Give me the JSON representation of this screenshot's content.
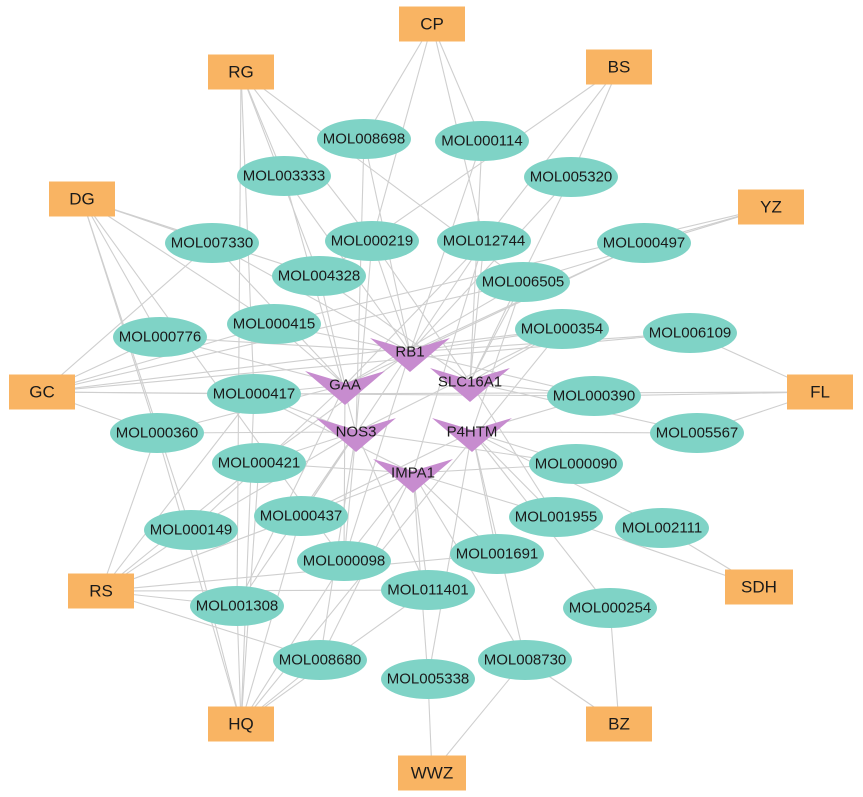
{
  "herbs": [
    "CP",
    "BS",
    "YZ",
    "FL",
    "SDH",
    "BZ",
    "WWZ",
    "HQ",
    "RS",
    "GC",
    "DG",
    "RG"
  ],
  "targets": [
    "RB1",
    "GAA",
    "SLC16A1",
    "NOS3",
    "P4HTM",
    "IMPA1"
  ],
  "compounds": [
    "MOL008698",
    "MOL000114",
    "MOL003333",
    "MOL005320",
    "MOL007330",
    "MOL000219",
    "MOL012744",
    "MOL000497",
    "MOL004328",
    "MOL006505",
    "MOL000776",
    "MOL000415",
    "MOL000354",
    "MOL006109",
    "MOL000417",
    "MOL000390",
    "MOL000360",
    "MOL005567",
    "MOL000421",
    "MOL000090",
    "MOL000149",
    "MOL000437",
    "MOL001955",
    "MOL002111",
    "MOL000098",
    "MOL001691",
    "MOL001308",
    "MOL011401",
    "MOL000254",
    "MOL008680",
    "MOL005338",
    "MOL008730"
  ],
  "edges": [
    [
      "CP",
      "MOL008698"
    ],
    [
      "CP",
      "MOL000114"
    ],
    [
      "CP",
      "MOL000219"
    ],
    [
      "CP",
      "MOL012744"
    ],
    [
      "BS",
      "MOL005320"
    ],
    [
      "BS",
      "MOL012744"
    ],
    [
      "BS",
      "MOL004328"
    ],
    [
      "YZ",
      "MOL000497"
    ],
    [
      "YZ",
      "MOL006505"
    ],
    [
      "YZ",
      "MOL000415"
    ],
    [
      "FL",
      "MOL000390"
    ],
    [
      "FL",
      "MOL006109"
    ],
    [
      "FL",
      "MOL005567"
    ],
    [
      "FL",
      "MOL000417"
    ],
    [
      "SDH",
      "MOL002111"
    ],
    [
      "SDH",
      "MOL001955"
    ],
    [
      "BZ",
      "MOL000254"
    ],
    [
      "BZ",
      "MOL008730"
    ],
    [
      "WWZ",
      "MOL005338"
    ],
    [
      "WWZ",
      "MOL008730"
    ],
    [
      "HQ",
      "MOL000098"
    ],
    [
      "HQ",
      "MOL001308"
    ],
    [
      "HQ",
      "MOL008680"
    ],
    [
      "HQ",
      "MOL000437"
    ],
    [
      "HQ",
      "MOL000421"
    ],
    [
      "HQ",
      "MOL000417"
    ],
    [
      "HQ",
      "MOL011401"
    ],
    [
      "HQ",
      "MOL000149"
    ],
    [
      "HQ",
      "MOL000360"
    ],
    [
      "HQ",
      "MOL000354"
    ],
    [
      "RS",
      "MOL001308"
    ],
    [
      "RS",
      "MOL000149"
    ],
    [
      "RS",
      "MOL011401"
    ],
    [
      "RS",
      "MOL000437"
    ],
    [
      "RS",
      "MOL000421"
    ],
    [
      "RS",
      "MOL000417"
    ],
    [
      "RS",
      "MOL000360"
    ],
    [
      "RS",
      "MOL008680"
    ],
    [
      "RS",
      "MOL001691"
    ],
    [
      "GC",
      "MOL000776"
    ],
    [
      "GC",
      "MOL000415"
    ],
    [
      "GC",
      "MOL000417"
    ],
    [
      "GC",
      "MOL007330"
    ],
    [
      "GC",
      "MOL000360"
    ],
    [
      "GC",
      "MOL000390"
    ],
    [
      "GC",
      "MOL006109"
    ],
    [
      "GC",
      "MOL000354"
    ],
    [
      "GC",
      "MOL006505"
    ],
    [
      "DG",
      "MOL007330"
    ],
    [
      "DG",
      "MOL004328"
    ],
    [
      "DG",
      "MOL000776"
    ],
    [
      "DG",
      "MOL000415"
    ],
    [
      "DG",
      "MOL000360"
    ],
    [
      "DG",
      "MOL000149"
    ],
    [
      "DG",
      "MOL000098"
    ],
    [
      "RG",
      "MOL003333"
    ],
    [
      "RG",
      "MOL004328"
    ],
    [
      "RG",
      "MOL000219"
    ],
    [
      "RG",
      "MOL001308"
    ],
    [
      "RG",
      "MOL006505"
    ],
    [
      "RG",
      "MOL000417"
    ],
    [
      "RB1",
      "MOL000219"
    ],
    [
      "RB1",
      "MOL003333"
    ],
    [
      "RB1",
      "MOL008698"
    ],
    [
      "RB1",
      "MOL000114"
    ],
    [
      "RB1",
      "MOL005320"
    ],
    [
      "RB1",
      "MOL012744"
    ],
    [
      "RB1",
      "MOL000497"
    ],
    [
      "RB1",
      "MOL000354"
    ],
    [
      "RB1",
      "MOL006109"
    ],
    [
      "RB1",
      "MOL000776"
    ],
    [
      "RB1",
      "MOL000415"
    ],
    [
      "RB1",
      "MOL007330"
    ],
    [
      "RB1",
      "MOL000421"
    ],
    [
      "RB1",
      "MOL000437"
    ],
    [
      "RB1",
      "MOL000098"
    ],
    [
      "RB1",
      "MOL000390"
    ],
    [
      "GAA",
      "MOL000415"
    ],
    [
      "GAA",
      "MOL000776"
    ],
    [
      "GAA",
      "MOL004328"
    ],
    [
      "GAA",
      "MOL007330"
    ],
    [
      "GAA",
      "MOL000360"
    ],
    [
      "GAA",
      "MOL000417"
    ],
    [
      "GAA",
      "MOL000149"
    ],
    [
      "GAA",
      "MOL000098"
    ],
    [
      "GAA",
      "MOL001308"
    ],
    [
      "GAA",
      "MOL012744"
    ],
    [
      "GAA",
      "MOL006505"
    ],
    [
      "GAA",
      "MOL000497"
    ],
    [
      "SLC16A1",
      "MOL000114"
    ],
    [
      "SLC16A1",
      "MOL005320"
    ],
    [
      "SLC16A1",
      "MOL012744"
    ],
    [
      "SLC16A1",
      "MOL006505"
    ],
    [
      "SLC16A1",
      "MOL000354"
    ],
    [
      "SLC16A1",
      "MOL000390"
    ],
    [
      "SLC16A1",
      "MOL005567"
    ],
    [
      "SLC16A1",
      "MOL001955"
    ],
    [
      "SLC16A1",
      "MOL000219"
    ],
    [
      "SLC16A1",
      "MOL004328"
    ],
    [
      "NOS3",
      "MOL000417"
    ],
    [
      "NOS3",
      "MOL000421"
    ],
    [
      "NOS3",
      "MOL000437"
    ],
    [
      "NOS3",
      "MOL000149"
    ],
    [
      "NOS3",
      "MOL000360"
    ],
    [
      "NOS3",
      "MOL000098"
    ],
    [
      "NOS3",
      "MOL001308"
    ],
    [
      "NOS3",
      "MOL008680"
    ],
    [
      "NOS3",
      "MOL011401"
    ],
    [
      "NOS3",
      "MOL000219"
    ],
    [
      "NOS3",
      "MOL003333"
    ],
    [
      "NOS3",
      "MOL008698"
    ],
    [
      "NOS3",
      "MOL000354"
    ],
    [
      "NOS3",
      "MOL000090"
    ],
    [
      "P4HTM",
      "MOL000090"
    ],
    [
      "P4HTM",
      "MOL001955"
    ],
    [
      "P4HTM",
      "MOL002111"
    ],
    [
      "P4HTM",
      "MOL000254"
    ],
    [
      "P4HTM",
      "MOL001691"
    ],
    [
      "P4HTM",
      "MOL008730"
    ],
    [
      "P4HTM",
      "MOL005338"
    ],
    [
      "P4HTM",
      "MOL000390"
    ],
    [
      "P4HTM",
      "MOL005567"
    ],
    [
      "P4HTM",
      "MOL006505"
    ],
    [
      "P4HTM",
      "MOL000437"
    ],
    [
      "IMPA1",
      "MOL011401"
    ],
    [
      "IMPA1",
      "MOL001691"
    ],
    [
      "IMPA1",
      "MOL008680"
    ],
    [
      "IMPA1",
      "MOL000098"
    ],
    [
      "IMPA1",
      "MOL000437"
    ],
    [
      "IMPA1",
      "MOL008730"
    ],
    [
      "IMPA1",
      "MOL005338"
    ],
    [
      "IMPA1",
      "MOL001955"
    ],
    [
      "IMPA1",
      "MOL000421"
    ],
    [
      "IMPA1",
      "MOL000090"
    ],
    [
      "IMPA1",
      "MOL000417"
    ],
    [
      "IMPA1",
      "MOL012744"
    ]
  ],
  "colors": {
    "herb": "#f9b463",
    "compound": "#7fd3c6",
    "target": "#c78ccf",
    "edge": "#cfcfcf"
  }
}
